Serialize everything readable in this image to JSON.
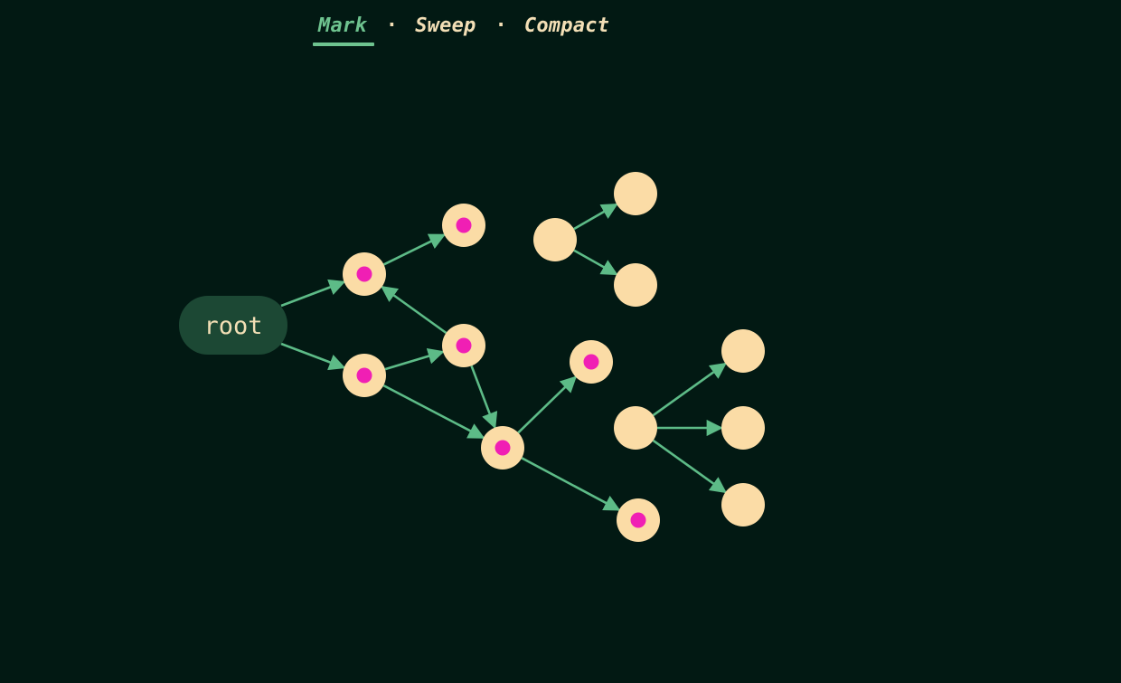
{
  "tabs": [
    {
      "label": "Mark",
      "active": true
    },
    {
      "label": "Sweep",
      "active": false
    },
    {
      "label": "Compact",
      "active": false
    }
  ],
  "separator": "·",
  "root": {
    "label": "root"
  },
  "colors": {
    "background": "#021913",
    "node_fill": "#fbdca6",
    "mark_dot": "#f01fb4",
    "edge": "#5dbb87",
    "root_fill": "#1c4834",
    "active_tab": "#6ec38f",
    "tab_text": "#f3dfb6"
  },
  "nodes": [
    {
      "id": "a",
      "marked": true
    },
    {
      "id": "b",
      "marked": true
    },
    {
      "id": "c",
      "marked": true
    },
    {
      "id": "d",
      "marked": true
    },
    {
      "id": "e",
      "marked": true
    },
    {
      "id": "f",
      "marked": true
    },
    {
      "id": "g",
      "marked": true
    },
    {
      "id": "h",
      "marked": false
    },
    {
      "id": "i",
      "marked": false
    },
    {
      "id": "j",
      "marked": false
    },
    {
      "id": "k",
      "marked": false
    },
    {
      "id": "l",
      "marked": false
    },
    {
      "id": "m",
      "marked": false
    },
    {
      "id": "n",
      "marked": false
    }
  ],
  "edges": [
    [
      "root",
      "a"
    ],
    [
      "root",
      "b"
    ],
    [
      "a",
      "c"
    ],
    [
      "d",
      "a"
    ],
    [
      "b",
      "d"
    ],
    [
      "b",
      "e"
    ],
    [
      "d",
      "e"
    ],
    [
      "e",
      "f"
    ],
    [
      "e",
      "g"
    ],
    [
      "h",
      "i"
    ],
    [
      "h",
      "j"
    ],
    [
      "k",
      "l"
    ],
    [
      "k",
      "m"
    ],
    [
      "k",
      "n"
    ]
  ]
}
